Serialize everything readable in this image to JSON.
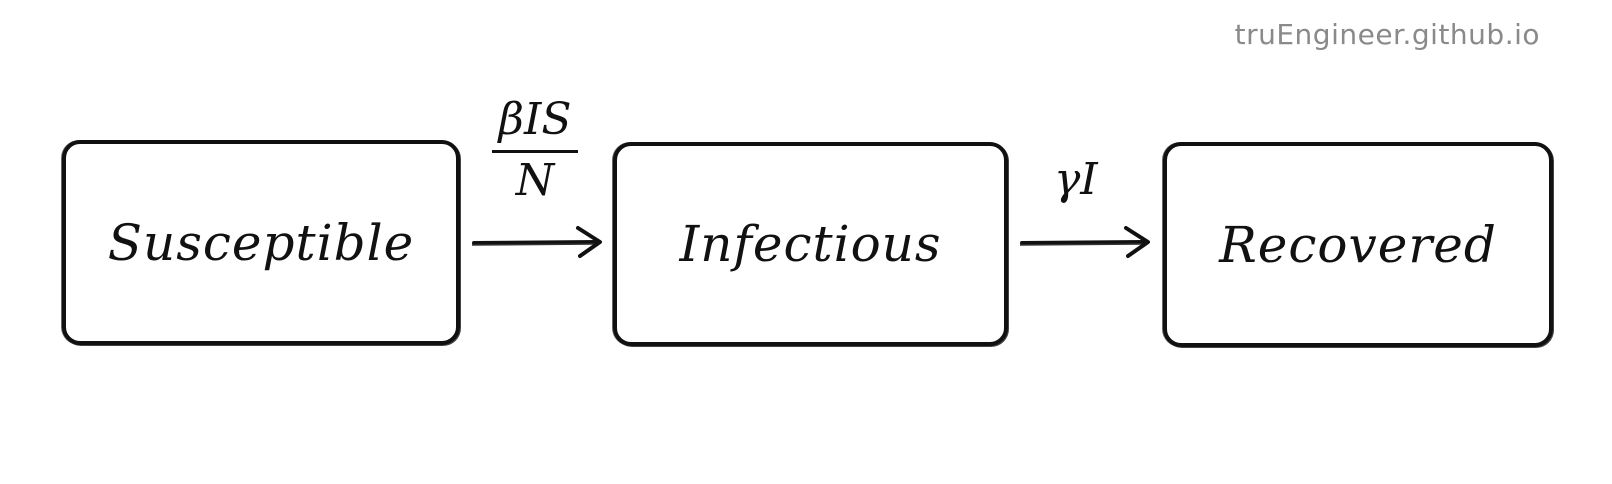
{
  "watermark": "truEngineer.github.io",
  "compartments": {
    "susceptible": "Susceptible",
    "infectious": "Infectious",
    "recovered": "Recovered"
  },
  "transitions": {
    "infection_rate": {
      "numerator": "βIS",
      "denominator": "N"
    },
    "recovery_rate": "γI"
  },
  "colors": {
    "ink": "#111111",
    "watermark": "#8a8a8a",
    "background": "#ffffff"
  }
}
